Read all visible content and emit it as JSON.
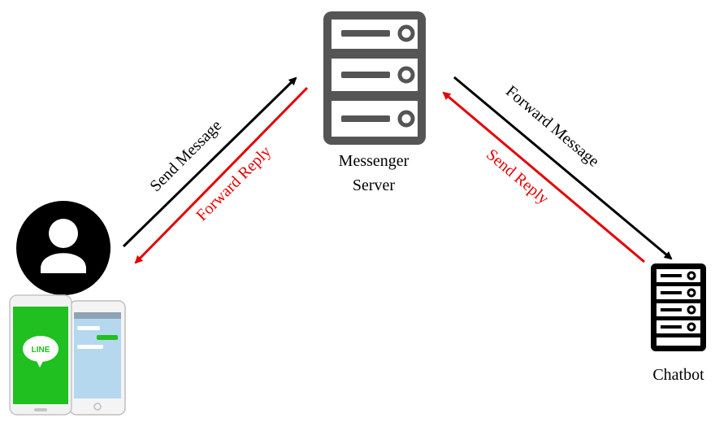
{
  "nodes": {
    "server": {
      "label_line1": "Messenger",
      "label_line2": "Server",
      "icon": "server-rack-icon"
    },
    "chatbot": {
      "label": "Chatbot",
      "icon": "server-rack-icon"
    },
    "user": {
      "icon": "user-avatar-icon"
    },
    "phones": {
      "app_label": "LINE",
      "icon": "line-app-phones"
    }
  },
  "edges": {
    "send_message": {
      "label": "Send Message",
      "color": "#000000"
    },
    "forward_reply": {
      "label": "Forward Reply",
      "color": "#e60000"
    },
    "forward_message": {
      "label": "Forward Message",
      "color": "#000000"
    },
    "send_reply": {
      "label": "Send Reply",
      "color": "#e60000"
    }
  },
  "colors": {
    "icon_gray": "#555555",
    "line_green": "#1fc01f",
    "chat_blue": "#b5d8ee"
  }
}
